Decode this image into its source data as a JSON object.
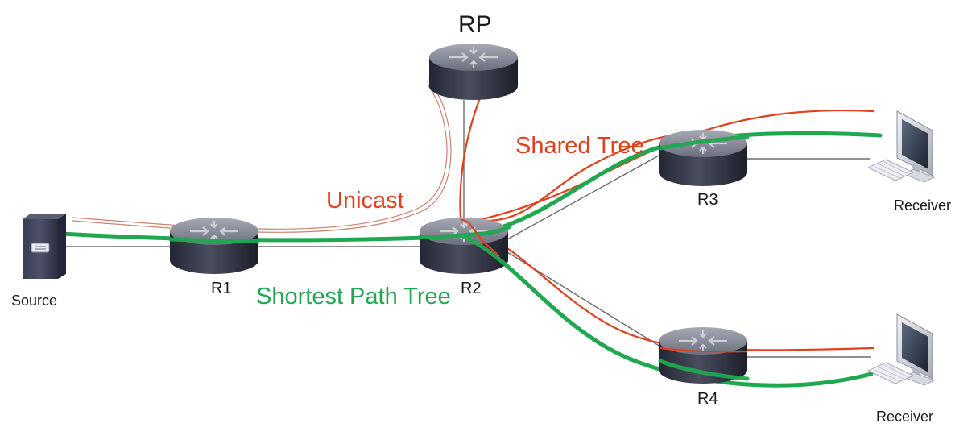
{
  "diagram": {
    "nodes": {
      "rp": {
        "label": "RP"
      },
      "r1": {
        "label": "R1"
      },
      "r2": {
        "label": "R2"
      },
      "r3": {
        "label": "R3"
      },
      "r4": {
        "label": "R4"
      },
      "source": {
        "label": "Source"
      },
      "receiver_top": {
        "label": "Receiver"
      },
      "receiver_bottom": {
        "label": "Receiver"
      }
    },
    "annotations": {
      "unicast": "Unicast",
      "shared_tree": "Shared Tree",
      "shortest_path_tree": "Shortest Path Tree"
    },
    "colors": {
      "shared_tree": "#e0401c",
      "shortest_path_tree": "#1fa84f",
      "unicast": "#e0401c",
      "link": "#555555",
      "router_body": "#2e3140",
      "router_top": "#8a8c99"
    }
  }
}
